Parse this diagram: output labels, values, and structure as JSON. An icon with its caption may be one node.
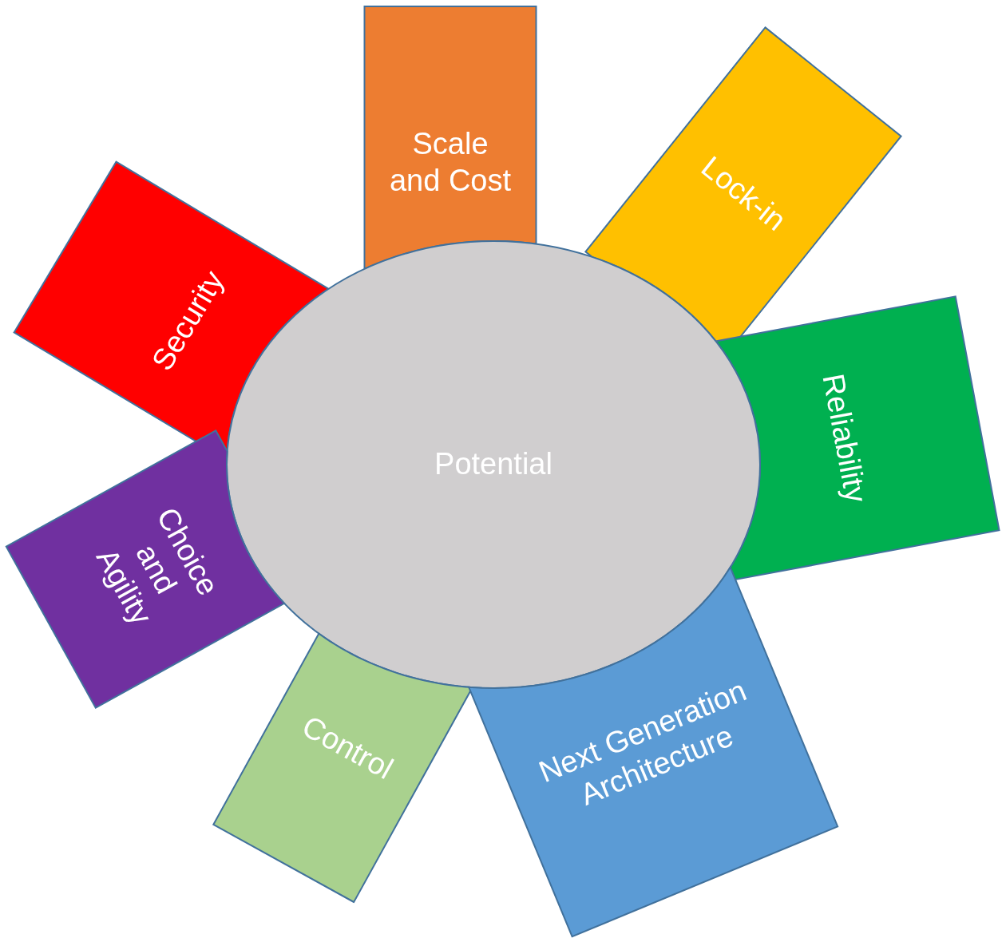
{
  "diagram": {
    "nodes": [
      {
        "text": [
          "Scale and Cost"
        ]
      },
      {
        "text": [
          "Lock-in"
        ]
      },
      {
        "text": [
          "Security"
        ]
      },
      {
        "text": [
          "Reliability"
        ]
      },
      {
        "text": [
          "Potential"
        ]
      },
      {
        "text": [
          "Choice and Agility"
        ]
      },
      {
        "text": [
          "Control"
        ]
      },
      {
        "text": [
          "Next Generation Architecture"
        ]
      }
    ]
  }
}
